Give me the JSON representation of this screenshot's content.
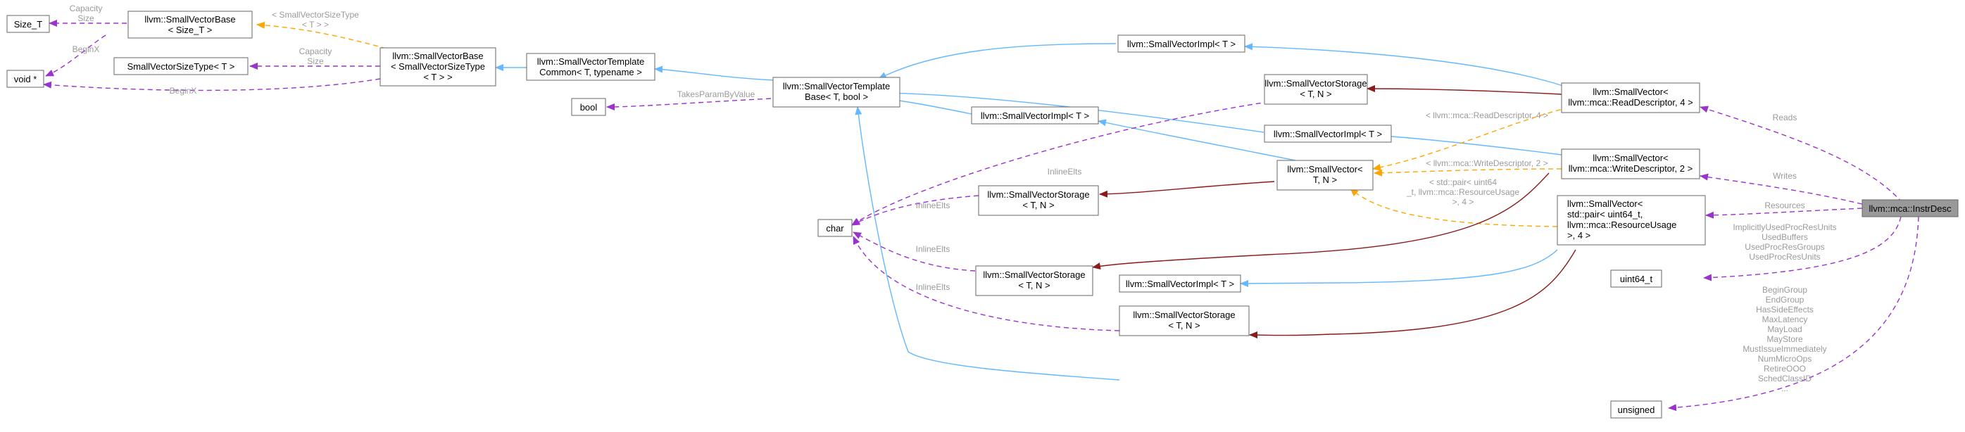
{
  "nodes": {
    "size_t": [
      "Size_T"
    ],
    "void_ptr": [
      "void *"
    ],
    "svb_size_t": [
      "llvm::SmallVectorBase",
      "< Size_T >"
    ],
    "sv_size_type": [
      "SmallVectorSizeType< T >"
    ],
    "svb_size_type": [
      "llvm::SmallVectorBase",
      "< SmallVectorSizeType",
      "< T > >"
    ],
    "sv_template_common": [
      "llvm::SmallVectorTemplate",
      "Common< T, typename >"
    ],
    "bool": [
      "bool"
    ],
    "sv_template_base": [
      "llvm::SmallVectorTemplate",
      "Base< T, bool >"
    ],
    "char": [
      "char"
    ],
    "sv_impl_top": [
      "llvm::SmallVectorImpl< T >"
    ],
    "sv_storage_top": [
      "llvm::SmallVectorStorage",
      "< T, N >"
    ],
    "sv_impl_mid": [
      "llvm::SmallVectorImpl< T >"
    ],
    "sv_impl_mid2": [
      "llvm::SmallVectorImpl< T >"
    ],
    "sv_storage_mid": [
      "llvm::SmallVectorStorage",
      "< T, N >"
    ],
    "sv_generic": [
      "llvm::SmallVector<",
      "T, N >"
    ],
    "sv_storage_low": [
      "llvm::SmallVectorStorage",
      "< T, N >"
    ],
    "sv_impl_low": [
      "llvm::SmallVectorImpl< T >"
    ],
    "sv_storage_bottom": [
      "llvm::SmallVectorStorage",
      "< T, N >"
    ],
    "sv_read": [
      "llvm::SmallVector<",
      "llvm::mca::ReadDescriptor, 4 >"
    ],
    "sv_write": [
      "llvm::SmallVector<",
      "llvm::mca::WriteDescriptor, 2 >"
    ],
    "sv_resource": [
      "llvm::SmallVector<",
      "std::pair< uint64_t,",
      "llvm::mca::ResourceUsage",
      ">, 4 >"
    ],
    "uint64_t": [
      "uint64_t"
    ],
    "unsigned": [
      "unsigned"
    ],
    "instr_desc": [
      "llvm::mca::InstrDesc"
    ]
  },
  "edge_labels": {
    "capacity_size_1": [
      "Capacity",
      "Size"
    ],
    "beginx_1": [
      "BeginX"
    ],
    "sv_size_type_tpl": [
      "< SmallVectorSizeType",
      "< T > >"
    ],
    "capacity_size_2": [
      "Capacity",
      "Size"
    ],
    "beginx_2": [
      "BeginX"
    ],
    "takes_param": [
      "TakesParamByValue"
    ],
    "inline_elts_1": [
      "InlineElts"
    ],
    "inline_elts_2": [
      "InlineElts"
    ],
    "inline_elts_3": [
      "InlineElts"
    ],
    "inline_elts_4": [
      "InlineElts"
    ],
    "read_tpl": [
      "< llvm::mca::ReadDescriptor, 4 >"
    ],
    "write_tpl": [
      "< llvm::mca::WriteDescriptor, 2 >"
    ],
    "resource_tpl": [
      "< std::pair< uint64",
      "_t, llvm::mca::ResourceUsage",
      ">, 4 >"
    ],
    "reads": [
      "Reads"
    ],
    "writes": [
      "Writes"
    ],
    "resources": [
      "Resources"
    ],
    "uint64_members": [
      "ImplicitlyUsedProcResUnits",
      "UsedBuffers",
      "UsedProcResGroups",
      "UsedProcResUnits"
    ],
    "unsigned_members": [
      "BeginGroup",
      "EndGroup",
      "HasSideEffects",
      "MaxLatency",
      "MayLoad",
      "MayStore",
      "MustIssueImmediately",
      "NumMicroOps",
      "RetireOOO",
      "SchedClassID",
      "..."
    ]
  },
  "colors": {
    "inheritance": "#63b8ff",
    "usage": "#9a32cd",
    "template": "#ffa500",
    "instance": "#8b1a1a",
    "selected_fill": "#999999"
  }
}
